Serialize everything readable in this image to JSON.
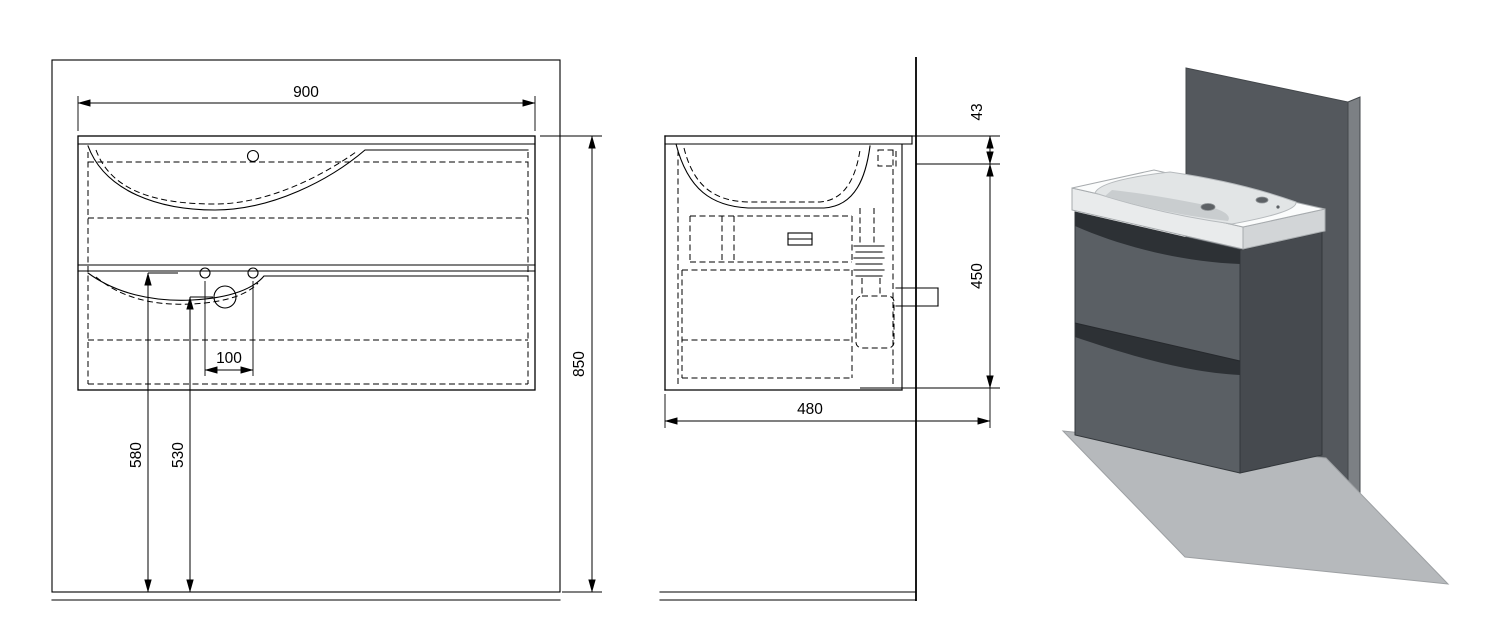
{
  "views": {
    "front": {
      "dims": {
        "width": "900",
        "hole_offset": "100",
        "supply_height": "580",
        "drain_height": "530",
        "total_height": "850"
      }
    },
    "side": {
      "dims": {
        "basin_height": "43",
        "cabinet_height": "450",
        "depth": "480"
      }
    },
    "iso": {
      "colors": {
        "panel": "#54585d",
        "panel_edge": "#7c8084",
        "floor": "#b6b9bc",
        "floor_edge": "#9da0a3",
        "cabinet_front": "#5a5f64",
        "cabinet_side": "#464a4f",
        "recess": "#2d3135",
        "slab_front": "#e9ebec",
        "slab_side": "#d2d5d7",
        "sink_top": "#fbfcfc",
        "bowl": "#e2e5e6",
        "bowl_shade": "#c9cdcf",
        "hole": "#5d6165",
        "outline": "#3a3e42",
        "sink_outline": "#a7abae"
      }
    }
  },
  "canvas": {
    "background": "#ffffff",
    "line_color": "#000000"
  }
}
